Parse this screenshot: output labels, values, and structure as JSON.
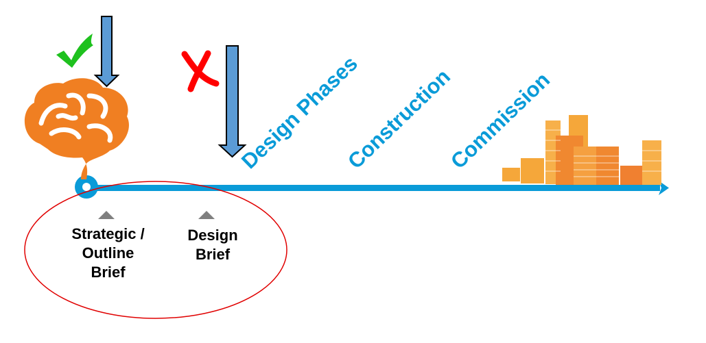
{
  "phases": [
    "Design Phases",
    "Construction",
    "Commission"
  ],
  "milestones": [
    {
      "lines": [
        "Strategic /",
        "Outline",
        "Brief"
      ]
    },
    {
      "lines": [
        "Design",
        "Brief"
      ]
    }
  ],
  "marks": {
    "first": "check-icon",
    "second": "cross-icon"
  },
  "colors": {
    "timeline": "#0a9bd8",
    "arrow": "#5b9bd5",
    "brain": "#f07f22",
    "check": "#1ec11e",
    "cross": "#ff0000",
    "ellipse": "#e00000"
  }
}
